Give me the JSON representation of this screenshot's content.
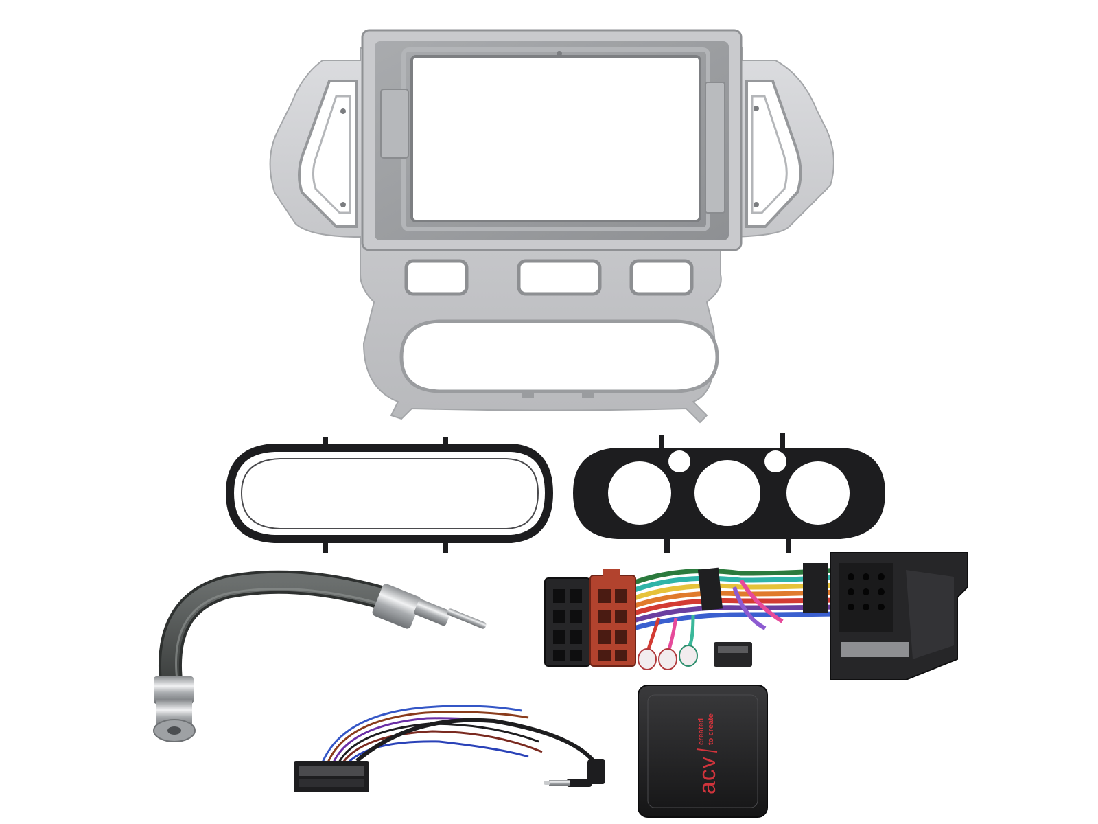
{
  "product_kit": {
    "items": [
      "fascia-panel",
      "trim-ring-open",
      "trim-ring-climate",
      "antenna-adapter",
      "iso-wiring-harness",
      "steering-control-cable",
      "steering-control-interface"
    ]
  },
  "interface_box": {
    "brand": "acv",
    "tagline_line1": "created",
    "tagline_line2": "to create"
  },
  "colors": {
    "fascia_silver": "#c8c9cb",
    "fascia_shadow": "#9fa1a4",
    "trim_black": "#1d1d1f",
    "connector_black": "#262628",
    "connector_red": "#b2432e",
    "logo_red": "#d0343c"
  }
}
